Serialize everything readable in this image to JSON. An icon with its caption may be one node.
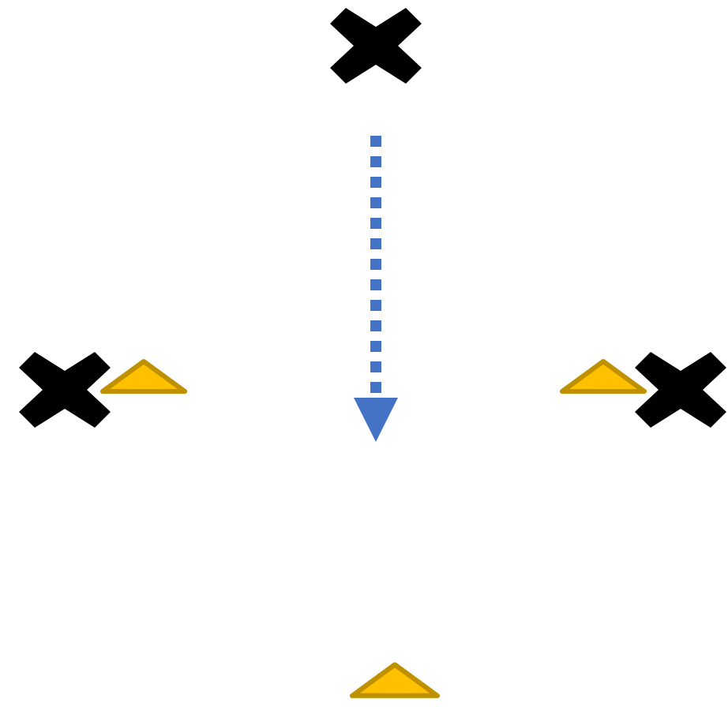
{
  "diagram": {
    "nodes": [
      {
        "text": [],
        "shape": "cross"
      },
      {
        "text": [],
        "shape": "cross"
      },
      {
        "text": [],
        "shape": "triangle"
      },
      {
        "text": [],
        "shape": "triangle"
      },
      {
        "text": [],
        "shape": "cross"
      },
      {
        "text": [],
        "shape": "triangle"
      }
    ]
  }
}
